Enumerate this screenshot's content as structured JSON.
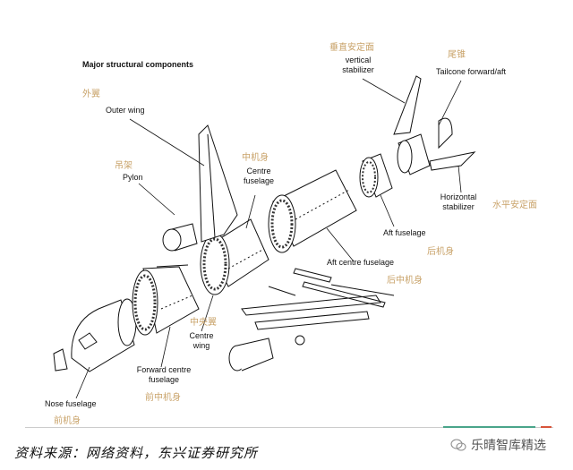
{
  "title": "Major structural components",
  "labels": {
    "outer_wing": {
      "zh": "外翼",
      "en": "Outer wing"
    },
    "pylon": {
      "zh": "吊架",
      "en": "Pylon"
    },
    "centre_fuselage": {
      "zh": "中机身",
      "en1": "Centre",
      "en2": "fuselage"
    },
    "vertical_stabilizer": {
      "zh": "垂直安定面",
      "en1": "vertical",
      "en2": "stabilizer"
    },
    "tailcone": {
      "zh": "尾锥",
      "en": "Tailcone forward/aft"
    },
    "horizontal_stabilizer": {
      "zh": "水平安定面",
      "en1": "Horizontal",
      "en2": "stabilizer"
    },
    "aft_fuselage": {
      "zh": "后机身",
      "en": "Aft fuselage"
    },
    "aft_centre_fuselage": {
      "zh": "后中机身",
      "en": "Aft centre fuselage"
    },
    "centre_wing": {
      "zh": "中央翼",
      "en1": "Centre",
      "en2": "wing"
    },
    "forward_centre_fuselage": {
      "zh": "前中机身",
      "en1": "Forward centre",
      "en2": "fuselage"
    },
    "nose_fuselage": {
      "zh": "前机身",
      "en": "Nose fuselage"
    }
  },
  "footer": {
    "source": "资料来源：网络资料，东兴证券研究所",
    "brand": "乐晴智库精选"
  },
  "colors": {
    "zh_label": "#c9a36a",
    "accent_green": "#4aa58a",
    "accent_red": "#d8553b"
  }
}
